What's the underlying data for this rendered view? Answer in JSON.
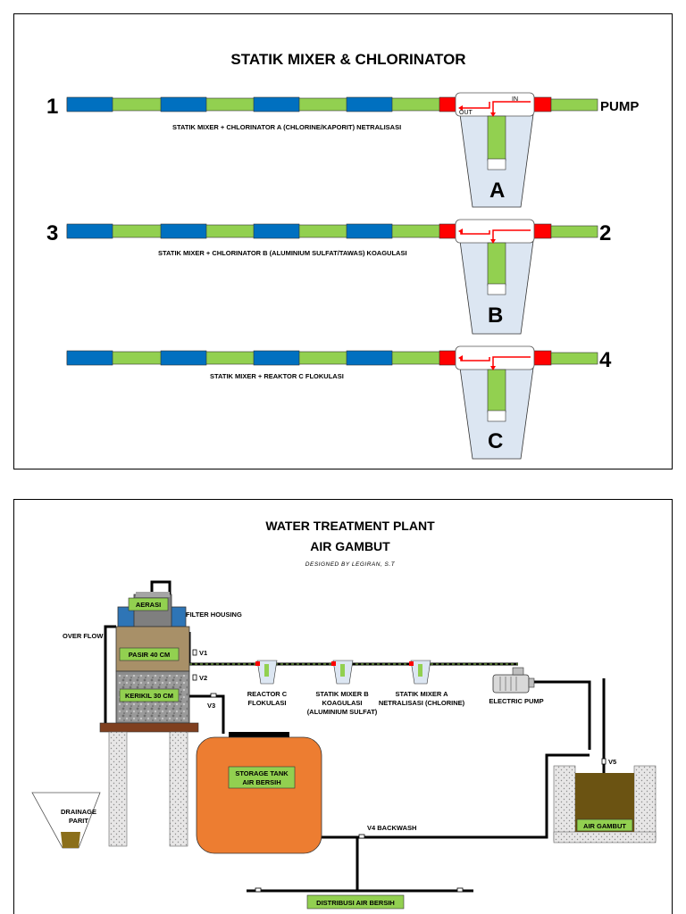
{
  "top_panel": {
    "title": "STATIK MIXER & CHLORINATOR",
    "rows": [
      {
        "left_number": "1",
        "right_label": "PUMP",
        "caption": "STATIK MIXER + CHLORINATOR A (CHLORINE/KAPORIT) NETRALISASI",
        "reactor": "A",
        "out_label": "OUT",
        "in_label": "IN"
      },
      {
        "left_number": "3",
        "right_label": "2",
        "caption": "STATIK MIXER + CHLORINATOR B (ALUMINIUM SULFAT/TAWAS) KOAGULASI",
        "reactor": "B"
      },
      {
        "left_number": "",
        "right_label": "4",
        "caption": "STATIK MIXER + REAKTOR C FLOKULASI",
        "reactor": "C"
      }
    ]
  },
  "bottom_panel": {
    "title_line1": "WATER TREATMENT PLANT",
    "title_line2": "AIR GAMBUT",
    "designer": "DESIGNED BY LEGIRAN, S.T",
    "labels": {
      "aerasi": "AERASI",
      "filter_housing": "FILTER HOUSING",
      "over_flow": "OVER FLOW",
      "pasir": "PASIR 40 CM",
      "kerikil": "KERIKIL 30 CM",
      "v1": "V1",
      "v2": "V2",
      "v3": "V3",
      "v4": "V4  BACKWASH",
      "v5": "V5",
      "reactor_c_1": "REACTOR C",
      "reactor_c_2": "FLOKULASI",
      "mixer_b_1": "STATIK MIXER B",
      "mixer_b_2": "KOAGULASI",
      "mixer_b_3": "(ALUMINIUM SULFAT)",
      "mixer_a_1": "STATIK MIXER A",
      "mixer_a_2": "NETRALISASI (CHLORINE)",
      "electric_pump": "ELECTRIC PUMP",
      "storage_1": "STORAGE TANK",
      "storage_2": "AIR BERSIH",
      "drainage_1": "DRAINAGE",
      "drainage_2": "PARIT",
      "air_gambut": "AIR GAMBUT",
      "distribusi": "DISTRIBUSI AIR BERSIH"
    }
  },
  "colors": {
    "pipe_green": "#92d050",
    "mixer_blue": "#0070c0",
    "valve_red": "#ff0000",
    "reactor_fill": "#dce6f2",
    "tank_orange": "#ed7d31",
    "water_brown": "#6b5312",
    "label_green": "#92d050",
    "housing_blue": "#2e75b6",
    "wood": "#7f3f1f",
    "arrow_red": "#ff0000"
  }
}
